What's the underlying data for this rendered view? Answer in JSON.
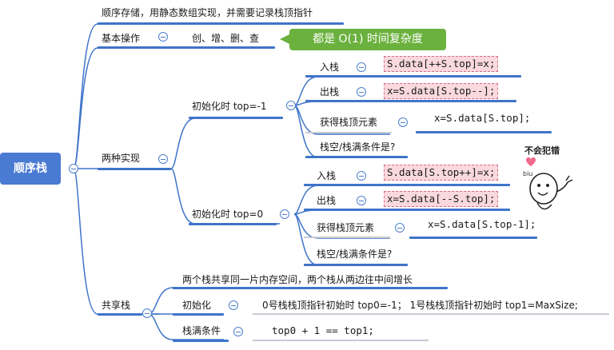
{
  "root": {
    "label": "顺序栈"
  },
  "nodes": {
    "storage": "顺序存储，用静态数组实现，并需要记录栈顶指针",
    "basic_ops": "基本操作",
    "basic_ops_detail": "创、增、删、查",
    "basic_ops_note": "都是 O(1) 时间复杂度",
    "two_impls": "两种实现",
    "init_minus1": "初始化时 top=-1",
    "init_zero": "初始化时 top=0",
    "shared": "共享栈"
  },
  "impl_minus1": {
    "push_label": "入栈",
    "push_code": "S.data[++S.top]=x;",
    "pop_label": "出栈",
    "pop_code": "x=S.data[S.top--];",
    "get_label": "获得栈顶元素",
    "get_code": "x=S.data[S.top];",
    "cond_label": "栈空/栈满条件是?"
  },
  "impl_zero": {
    "push_label": "入栈",
    "push_code": "S.data[S.top++]=x;",
    "pop_label": "出栈",
    "pop_code": "x=S.data[--S.top];",
    "get_label": "获得栈顶元素",
    "get_code": "x=S.data[S.top-1];",
    "cond_label": "栈空/栈满条件是?"
  },
  "shared_stack": {
    "desc": "两个栈共享同一片内存空间，两个栈从两边往中间增长",
    "init_label": "初始化",
    "init_detail": "0号栈栈顶指针初始时 top0=-1；  1号栈栈顶指针初始时   top1=MaxSize;",
    "full_label": "栈满条件",
    "full_detail": "top0 + 1 == top1;"
  },
  "sticker": {
    "caption": "不会犯错",
    "small": "biu"
  },
  "colors": {
    "accent": "#3f74c9",
    "root_fill": "#4a7bd2",
    "note_fill": "#6bb13e",
    "code_highlight": "#f9d9de"
  }
}
